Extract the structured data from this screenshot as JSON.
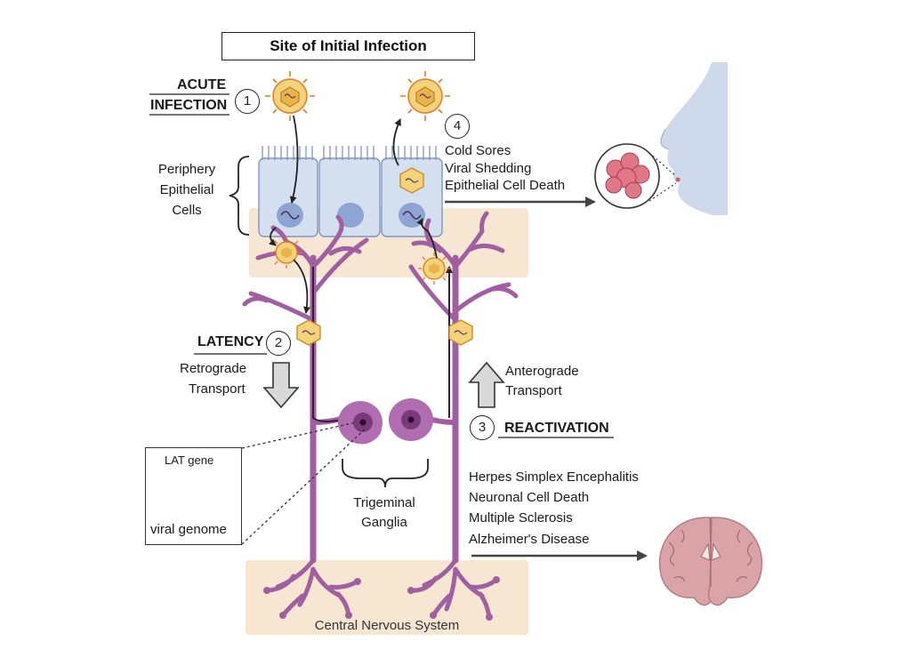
{
  "title": "Site of Initial Infection",
  "steps": {
    "acute": {
      "number": "1",
      "line1": "ACUTE",
      "line2": "INFECTION"
    },
    "latency": {
      "number": "2",
      "label": "LATENCY",
      "transport_line1": "Retrograde",
      "transport_line2": "Transport"
    },
    "reactivation": {
      "number": "3",
      "label": "REACTIVATION",
      "transport_line1": "Anterograde",
      "transport_line2": "Transport"
    },
    "shedding": {
      "number": "4",
      "items": [
        "Cold Sores",
        "Viral Shedding",
        "Epithelial Cell Death"
      ]
    }
  },
  "epithelial_label": [
    "Periphery",
    "Epithelial",
    "Cells"
  ],
  "ganglia_label": [
    "Trigeminal",
    "Ganglia"
  ],
  "lat_box": {
    "gene_label": "LAT gene",
    "genome_label": "viral genome"
  },
  "cns_diseases": [
    "Herpes Simplex Encephalitis",
    "Neuronal Cell Death",
    "Multiple Sclerosis",
    "Alzheimer's Disease"
  ],
  "cns_label": "Central Nervous System",
  "colors": {
    "epithelium": "#d4dff0",
    "nucleus": "#8ea4d2",
    "tissue": "#f6e6d0",
    "neuron": "#a05fa0",
    "neuron_dark": "#6a2d6a",
    "virus": "#f2c14e",
    "virus_spike": "#e07a1f",
    "brain": "#d9a3a8",
    "face": "#cfd9ec"
  }
}
